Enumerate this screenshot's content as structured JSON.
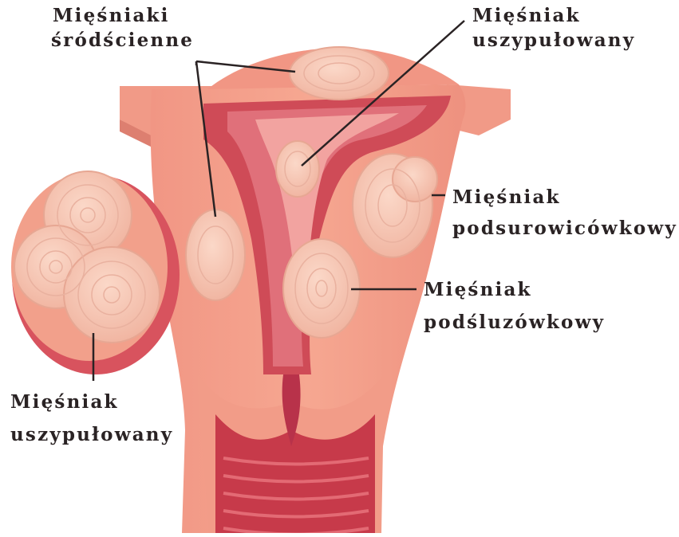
{
  "colors": {
    "background": "#ffffff",
    "tissue": "#f5a08c",
    "tissue_dark": "#e07a6a",
    "cavity": "#d95a62",
    "lining": "#c0394a",
    "fibroid": "#f7c4b0",
    "fibroid_ring": "#e7a793",
    "leader_line": "#2a2324",
    "label_text": "#2a2324"
  },
  "labels": {
    "intramural": {
      "line1": "Mięśniaki",
      "line2": "śródścienne"
    },
    "pedunculated_top": {
      "line1": "Mięśniak",
      "line2": "uszypułowany"
    },
    "subserosal": {
      "line1": "Mięśniak",
      "line2": "podsurowicówkowy"
    },
    "submucosal": {
      "line1": "Mięśniak",
      "line2": "podśluzówkowy"
    },
    "pedunculated_left": {
      "line1": "Mięśniak",
      "line2": "uszypułowany"
    }
  }
}
